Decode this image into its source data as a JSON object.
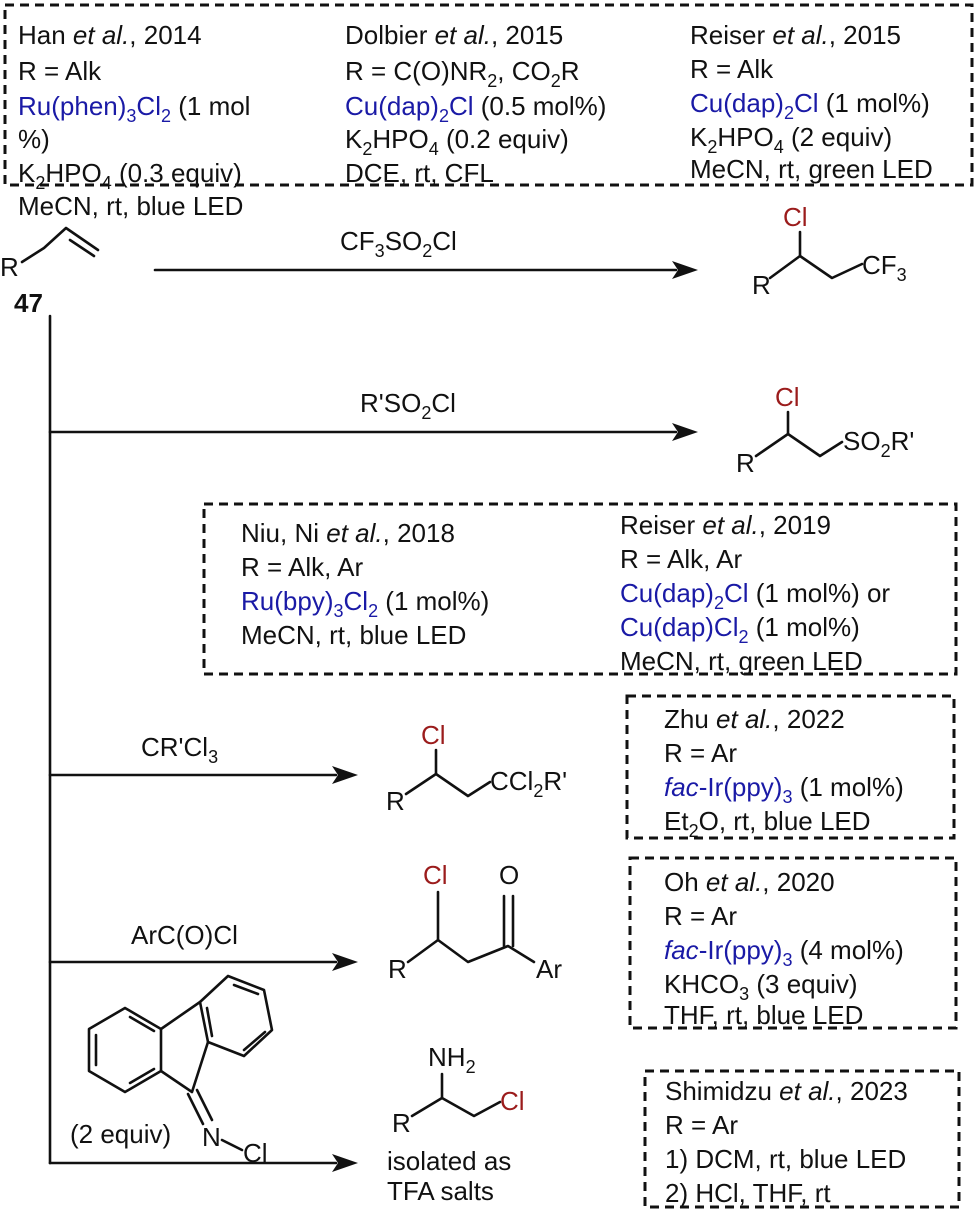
{
  "cond_han": {
    "line1a": "Han ",
    "line1b": "et al.",
    "line1c": ", 2014",
    "line2": "R = Alk",
    "cat_a": "Ru(phen)",
    "cat_b": "3",
    "cat_c": "Cl",
    "cat_d": "2",
    "cat_e": " (1 mol",
    "line3b": "%)",
    "base_a": "K",
    "base_b": "2",
    "base_c": "HPO",
    "base_d": "4",
    "base_e": " (0.3 equiv)",
    "solv": "MeCN, rt, blue LED"
  },
  "cond_dolbier": {
    "a": "Dolbier ",
    "b": "et al.",
    "c": ", 2015",
    "r_a": "R = C(O)NR",
    "r_b": "2",
    "r_c": ", CO",
    "r_d": "2",
    "r_e": "R",
    "cat_a": "Cu(dap)",
    "cat_b": "2",
    "cat_c": "Cl",
    "cat_d": " (0.5 mol%)",
    "base_a": "K",
    "base_b": "2",
    "base_c": "HPO",
    "base_d": "4",
    "base_e": " (0.2 equiv)",
    "solv": "DCE, rt, CFL"
  },
  "cond_reiser2015": {
    "a": "Reiser ",
    "b": "et al.",
    "c": ", 2015",
    "r": "R = Alk",
    "cat_a": "Cu(dap)",
    "cat_b": "2",
    "cat_c": "Cl",
    "cat_d": " (1 mol%)",
    "base_a": "K",
    "base_b": "2",
    "base_c": "HPO",
    "base_d": "4",
    "base_e": " (2 equiv)",
    "solv": "MeCN, rt, green LED"
  },
  "substrate": {
    "r": "R",
    "num": "47"
  },
  "rxn1": {
    "reag_a": "CF",
    "reag_b": "3",
    "reag_c": "SO",
    "reag_d": "2",
    "reag_e": "Cl",
    "p_cl": "Cl",
    "p_r": "R",
    "p_a": "CF",
    "p_b": "3"
  },
  "rxn2": {
    "reag_a": "R'SO",
    "reag_b": "2",
    "reag_c": "Cl",
    "p_cl": "Cl",
    "p_r": "R",
    "p_a": "SO",
    "p_b": "2",
    "p_c": "R'"
  },
  "cond_niu": {
    "a": "Niu, Ni ",
    "b": "et al.",
    "c": ", 2018",
    "r": "R = Alk, Ar",
    "cat_a": "Ru(bpy)",
    "cat_b": "3",
    "cat_c": "Cl",
    "cat_d": "2",
    "cat_e": " (1 mol%)",
    "solv": "MeCN, rt, blue LED"
  },
  "cond_reiser2019": {
    "a": "Reiser ",
    "b": "et al.",
    "c": ", 2019",
    "r": "R = Alk, Ar",
    "c1_a": "Cu(dap)",
    "c1_b": "2",
    "c1_c": "Cl",
    "c1_d": " (1 mol%) or",
    "c2_a": "Cu(dap)Cl",
    "c2_b": "2",
    "c2_c": " (1 mol%)",
    "solv": "MeCN, rt, green LED"
  },
  "rxn3": {
    "reag_a": "CR'Cl",
    "reag_b": "3",
    "p_cl": "Cl",
    "p_r": "R",
    "p_a": "CCl",
    "p_b": "2",
    "p_c": "R'"
  },
  "cond_zhu": {
    "a": "Zhu ",
    "b": "et al.",
    "c": ", 2022",
    "r": "R = Ar",
    "cat_a": "fac",
    "cat_b": "-Ir(ppy)",
    "cat_c": "3",
    "cat_d": " (1 mol%)",
    "solv_a": "Et",
    "solv_b": "2",
    "solv_c": "O, rt, blue LED"
  },
  "rxn4": {
    "reag": "ArC(O)Cl",
    "p_cl": "Cl",
    "p_o": "O",
    "p_r": "R",
    "p_ar": "Ar"
  },
  "cond_oh": {
    "a": "Oh ",
    "b": "et al.",
    "c": ", 2020",
    "r": "R = Ar",
    "cat_a": "fac",
    "cat_b": "-Ir(ppy)",
    "cat_c": "3",
    "cat_d": " (4 mol%)",
    "base_a": "KHCO",
    "base_b": "3",
    "base_c": " (3 equiv)",
    "solv": "THF, rt, blue LED"
  },
  "rxn5": {
    "reag_equiv": "(2 equiv)",
    "reag_n": "N",
    "reag_cl": "Cl",
    "p_nh_a": "NH",
    "p_nh_b": "2",
    "p_r": "R",
    "p_cl": "Cl",
    "note1": "isolated as",
    "note2": "TFA salts"
  },
  "cond_shimidzu": {
    "a": "Shimidzu ",
    "b": "et al.",
    "c": ", 2023",
    "r": "R = Ar",
    "s1": "1) DCM, rt, blue LED",
    "s2": "2) HCl, THF, rt"
  }
}
